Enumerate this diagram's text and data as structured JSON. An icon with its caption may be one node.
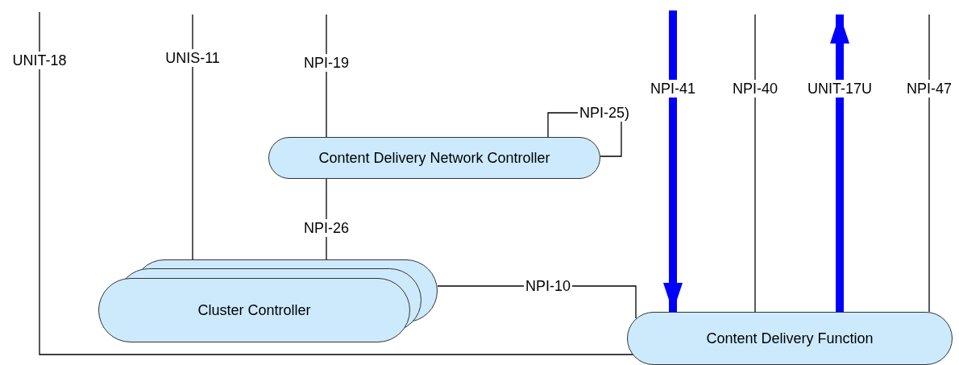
{
  "diagram": {
    "nodes": [
      {
        "text": [
          "Content Delivery Network Controller"
        ]
      },
      {
        "text": [
          "Cluster Controller"
        ]
      },
      {
        "text": [
          "Content Delivery Function"
        ]
      }
    ],
    "edges": [
      {
        "from": null,
        "to": 2,
        "arrow": "none",
        "label": "UNIT-18"
      },
      {
        "from": null,
        "to": 1,
        "arrow": "none",
        "label": "UNIS-11"
      },
      {
        "from": null,
        "to": 0,
        "arrow": "none",
        "label": "NPI-19"
      },
      {
        "from": 0,
        "to": 1,
        "arrow": "none",
        "label": "NPI-26"
      },
      {
        "from": 0,
        "to": 0,
        "arrow": "none",
        "label": "NPI-25)"
      },
      {
        "from": 1,
        "to": 2,
        "arrow": "none",
        "label": "NPI-10"
      },
      {
        "from": null,
        "to": 2,
        "arrow": "to",
        "label": "NPI-41",
        "style": "thick",
        "color": "#0000ff"
      },
      {
        "from": null,
        "to": 2,
        "arrow": "none",
        "label": "NPI-40"
      },
      {
        "from": 2,
        "to": null,
        "arrow": "to",
        "label": "UNIT-17U",
        "style": "thick",
        "color": "#0000ff"
      },
      {
        "from": null,
        "to": 2,
        "arrow": "none",
        "label": "NPI-47"
      }
    ]
  }
}
